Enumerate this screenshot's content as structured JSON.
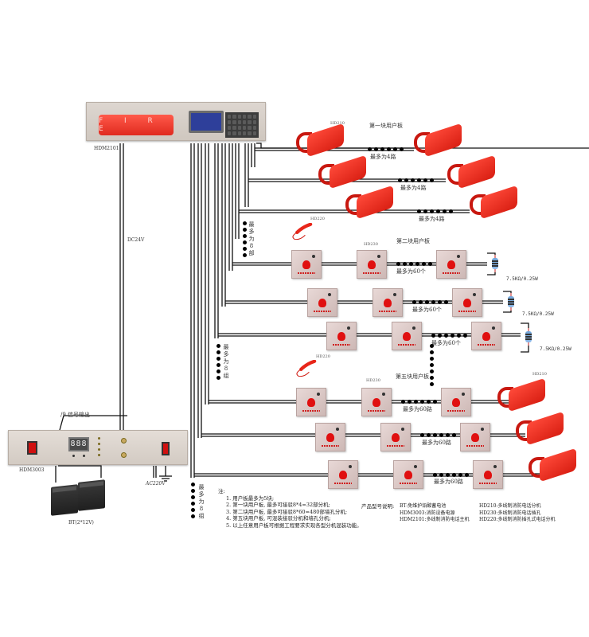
{
  "devices": {
    "host": {
      "model": "HDM2101",
      "panel_text": "F I R E"
    },
    "psu": {
      "model": "HDM3003",
      "signal_output": "/9 信号输出",
      "display": "888"
    },
    "battery": {
      "label": "BT(2*12V)"
    },
    "dc_label": "DC24V",
    "ac_label": "AC220V"
  },
  "boards": {
    "board1": {
      "title": "第一块用户板",
      "phone_model": "HD210",
      "rows": [
        "最多为4路",
        "最多为4路",
        "最多为4路"
      ],
      "group_note": "最多为8部"
    },
    "board2": {
      "title": "第二块用户板",
      "module_model": "HD230",
      "handset_model": "HD220",
      "rows": [
        "最多为60个",
        "最多为60个",
        "最多为60个"
      ],
      "resistor_label": "7.5KΩ/0.25W",
      "group_note": "最多为8组"
    },
    "board5": {
      "title": "第五块用户板",
      "module_model": "HD230",
      "phone_model": "HD210",
      "handset_model": "HD220",
      "rows": [
        "最多为60路",
        "最多为60路",
        "最多为60路"
      ],
      "group_note": "最多为8组"
    }
  },
  "notes": {
    "heading": "注:",
    "items": [
      "1. 用户板最多为5块;",
      "2. 第一块用户板, 最多可接驳8*4=32部分机;",
      "3. 第二块用户板, 最多可接驳8*60=480部墙孔分机;",
      "4. 第五块用户板, 可混装接驳分机和墙孔分机;",
      "5. 以上任意用户板可根据工程要求实现各型分机混装功能。"
    ]
  },
  "legend": {
    "heading": "产品型号说明:",
    "col1": [
      "BT:免维护铅酸蓄电池",
      "HDM3003:消防设备电源",
      "HDM2101:多线制消防电话主机"
    ],
    "col2": [
      "HD210:多线制消防电话分机",
      "HD230:多线制消防电话插孔",
      "HD220:多线制消防插孔式电话分机"
    ]
  }
}
